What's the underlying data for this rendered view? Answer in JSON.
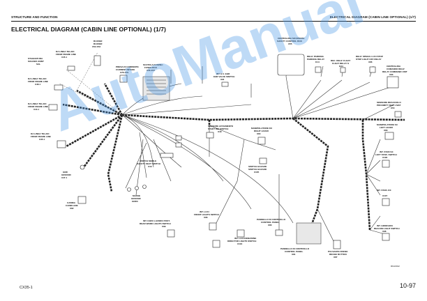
{
  "header": {
    "left": "STRUCTURE AND FUNCTION",
    "right": "ELECTRICAL DIAGRAM (CABIN LINE OPTIONAL) (1/7)"
  },
  "title": "ELECTRICAL DIAGRAM (CABIN LINE OPTIONAL) (1/7)",
  "watermark": "AutoManual",
  "footer": {
    "left": "CX35-1",
    "right": "10-97",
    "figure_code": "RKA0012"
  },
  "components": [
    {
      "id": "x451",
      "line1": "DA LINEA TELAIO",
      "line2": "FROM FRAME LINE",
      "code": "X45.1"
    },
    {
      "id": "buzzer",
      "line1": "BUZZER",
      "line2": "BUZZER",
      "code": "X52-X53"
    },
    {
      "id": "sal",
      "line1": "STAGNATURA",
      "line2": "SOLDER JOINT",
      "code": "SAL"
    },
    {
      "id": "x481",
      "line1": "DA LINEA TELAIO",
      "line2": "FROM FRAME LINE",
      "code": "X48.1"
    },
    {
      "id": "x441",
      "line1": "DA LINEA TELAIO",
      "line2": "FROM FRAME LINE",
      "code": "X44.1"
    },
    {
      "id": "x451b",
      "line1": "DA LINEA TELAIO",
      "line2": "FROM FRAME LINE",
      "code": "X45.1"
    },
    {
      "id": "x471",
      "line1": "GND",
      "line2": "GROUND",
      "code": "X47.1"
    },
    {
      "id": "x82",
      "line1": "CABINA",
      "line2": "CABIN LINE",
      "code": "X82"
    },
    {
      "id": "x78",
      "line1": "PRESA DI CORRENTE",
      "line2": "CURRENT INTAKE",
      "code": "X78-X79"
    },
    {
      "id": "x56",
      "line1": "SCATOLA FUSIBILI",
      "line2": "FUSES BOX",
      "code": "X56-X57"
    },
    {
      "id": "x91",
      "line1": "INT. E.V. EHR",
      "line2": "EHR VALVE SWITCH",
      "code": "X91"
    },
    {
      "id": "x55",
      "line1": "CENTRALINA SICUREZZE",
      "line2": "SAFETY CONTROL BOX",
      "code": "X55"
    },
    {
      "id": "k14",
      "line1": "RELE' PARKING",
      "line2": "PARKING RELAY",
      "code": "K14"
    },
    {
      "id": "k34",
      "line1": "REC. RELE' FLOAT",
      "line2": "FLOAT RELAY S",
      "code": "K34"
    },
    {
      "id": "x86",
      "line1": "RELE' SPEGN. LUCI STOP",
      "line2": "STOP LIGHT OFF RELAY",
      "code": "X86"
    },
    {
      "id": "x90",
      "line1": "CENTRALINA",
      "line2": "COMANDO RELE'",
      "line3": "RELAY COMMAND UNIT",
      "code": "X90"
    },
    {
      "id": "x54",
      "line1": "SENSORE BRACCIOLO",
      "line2": "PROXIMITY BAR 1 MAT",
      "code": "X54"
    },
    {
      "id": "x18",
      "line1": "SENSORE AVVIAMENTO",
      "line2": "START INH SWITCH",
      "code": "X18"
    },
    {
      "id": "x84",
      "line1": "MANIPOLATORE DX",
      "line2": "RIGHT LEVER",
      "code": "X84"
    },
    {
      "id": "x83",
      "line1": "MANIPOLATORE SX",
      "line2": "LEFT LEVER",
      "code": "X83"
    },
    {
      "id": "x106",
      "line1": "INT. STAB SX",
      "line2": "LEFT STAB. SWITCH",
      "code": "X106"
    },
    {
      "id": "x19",
      "line1": "SWITCH SEDILE",
      "line2": "SAFETY SEAT SWITCH",
      "code": "X19"
    },
    {
      "id": "x105",
      "line1": "SWITCH HAZARD",
      "line2": "SWITCH HAZARD",
      "code": "X105"
    },
    {
      "id": "gnd3",
      "line1": "MASSE",
      "line2": "GROUND",
      "code": "GND3"
    },
    {
      "id": "x107",
      "line1": "INT. STAB. DX",
      "line2": "",
      "code": "X107"
    },
    {
      "id": "x99",
      "line1": "INT. FARO LAVORO POST.",
      "line2": "REAR WORK LIGHTS SWITCH",
      "code": "X99"
    },
    {
      "id": "x96",
      "line1": "INT. LUCI",
      "line2": "FRONT LIGHTS SWITCH",
      "code": "X96"
    },
    {
      "id": "x104",
      "line1": "INT. LUCI DIREZIONE",
      "line2": "DIRECTOR LIGHTS SWITCH",
      "code": "X104"
    },
    {
      "id": "x98",
      "line1": "INT. GIROFARO",
      "line2": "BEACON LIGHT SWITCH",
      "code": "X98"
    },
    {
      "id": "x80",
      "line1": "PANNELLO DI CONTROLLO",
      "line2": "CONTROL PANEL",
      "code": "X80"
    },
    {
      "id": "x81",
      "line1": "PANNELLO DI CONTROLLO",
      "line2": "CONTROL PANEL",
      "code": "X81"
    },
    {
      "id": "x87",
      "line1": "PULSANTE FRENO",
      "line2": "BRAKE BUTTON",
      "code": "X87"
    }
  ]
}
